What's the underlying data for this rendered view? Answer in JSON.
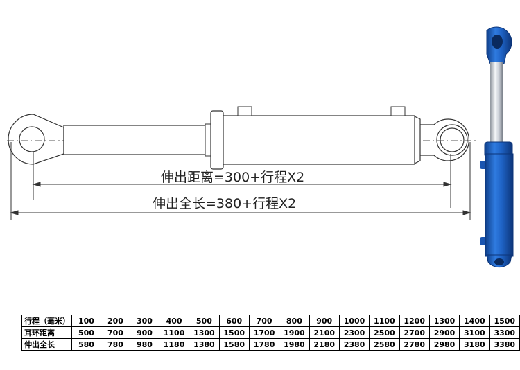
{
  "diagram": {
    "extended_distance_label": "伸出距离=300+行程X2",
    "extended_length_label": "伸出全长=380+行程X2"
  },
  "colors": {
    "cylinder_blue": "#1e62c4",
    "cylinder_blue_dark": "#0f3f8a",
    "rod_chrome": "#c9ced6",
    "line": "#333333"
  },
  "table": {
    "rows": [
      {
        "label": "行程（毫米）",
        "values": [
          "100",
          "200",
          "300",
          "400",
          "500",
          "600",
          "700",
          "800",
          "900",
          "1000",
          "1100",
          "1200",
          "1300",
          "1400",
          "1500"
        ]
      },
      {
        "label": "耳环距离",
        "values": [
          "500",
          "700",
          "900",
          "1100",
          "1300",
          "1500",
          "1700",
          "1900",
          "2100",
          "2300",
          "2500",
          "2700",
          "2900",
          "3100",
          "3300"
        ]
      },
      {
        "label": "伸出全长",
        "values": [
          "580",
          "780",
          "980",
          "1180",
          "1380",
          "1580",
          "1780",
          "1980",
          "2180",
          "2380",
          "2580",
          "2780",
          "2980",
          "3180",
          "3380"
        ]
      }
    ]
  }
}
